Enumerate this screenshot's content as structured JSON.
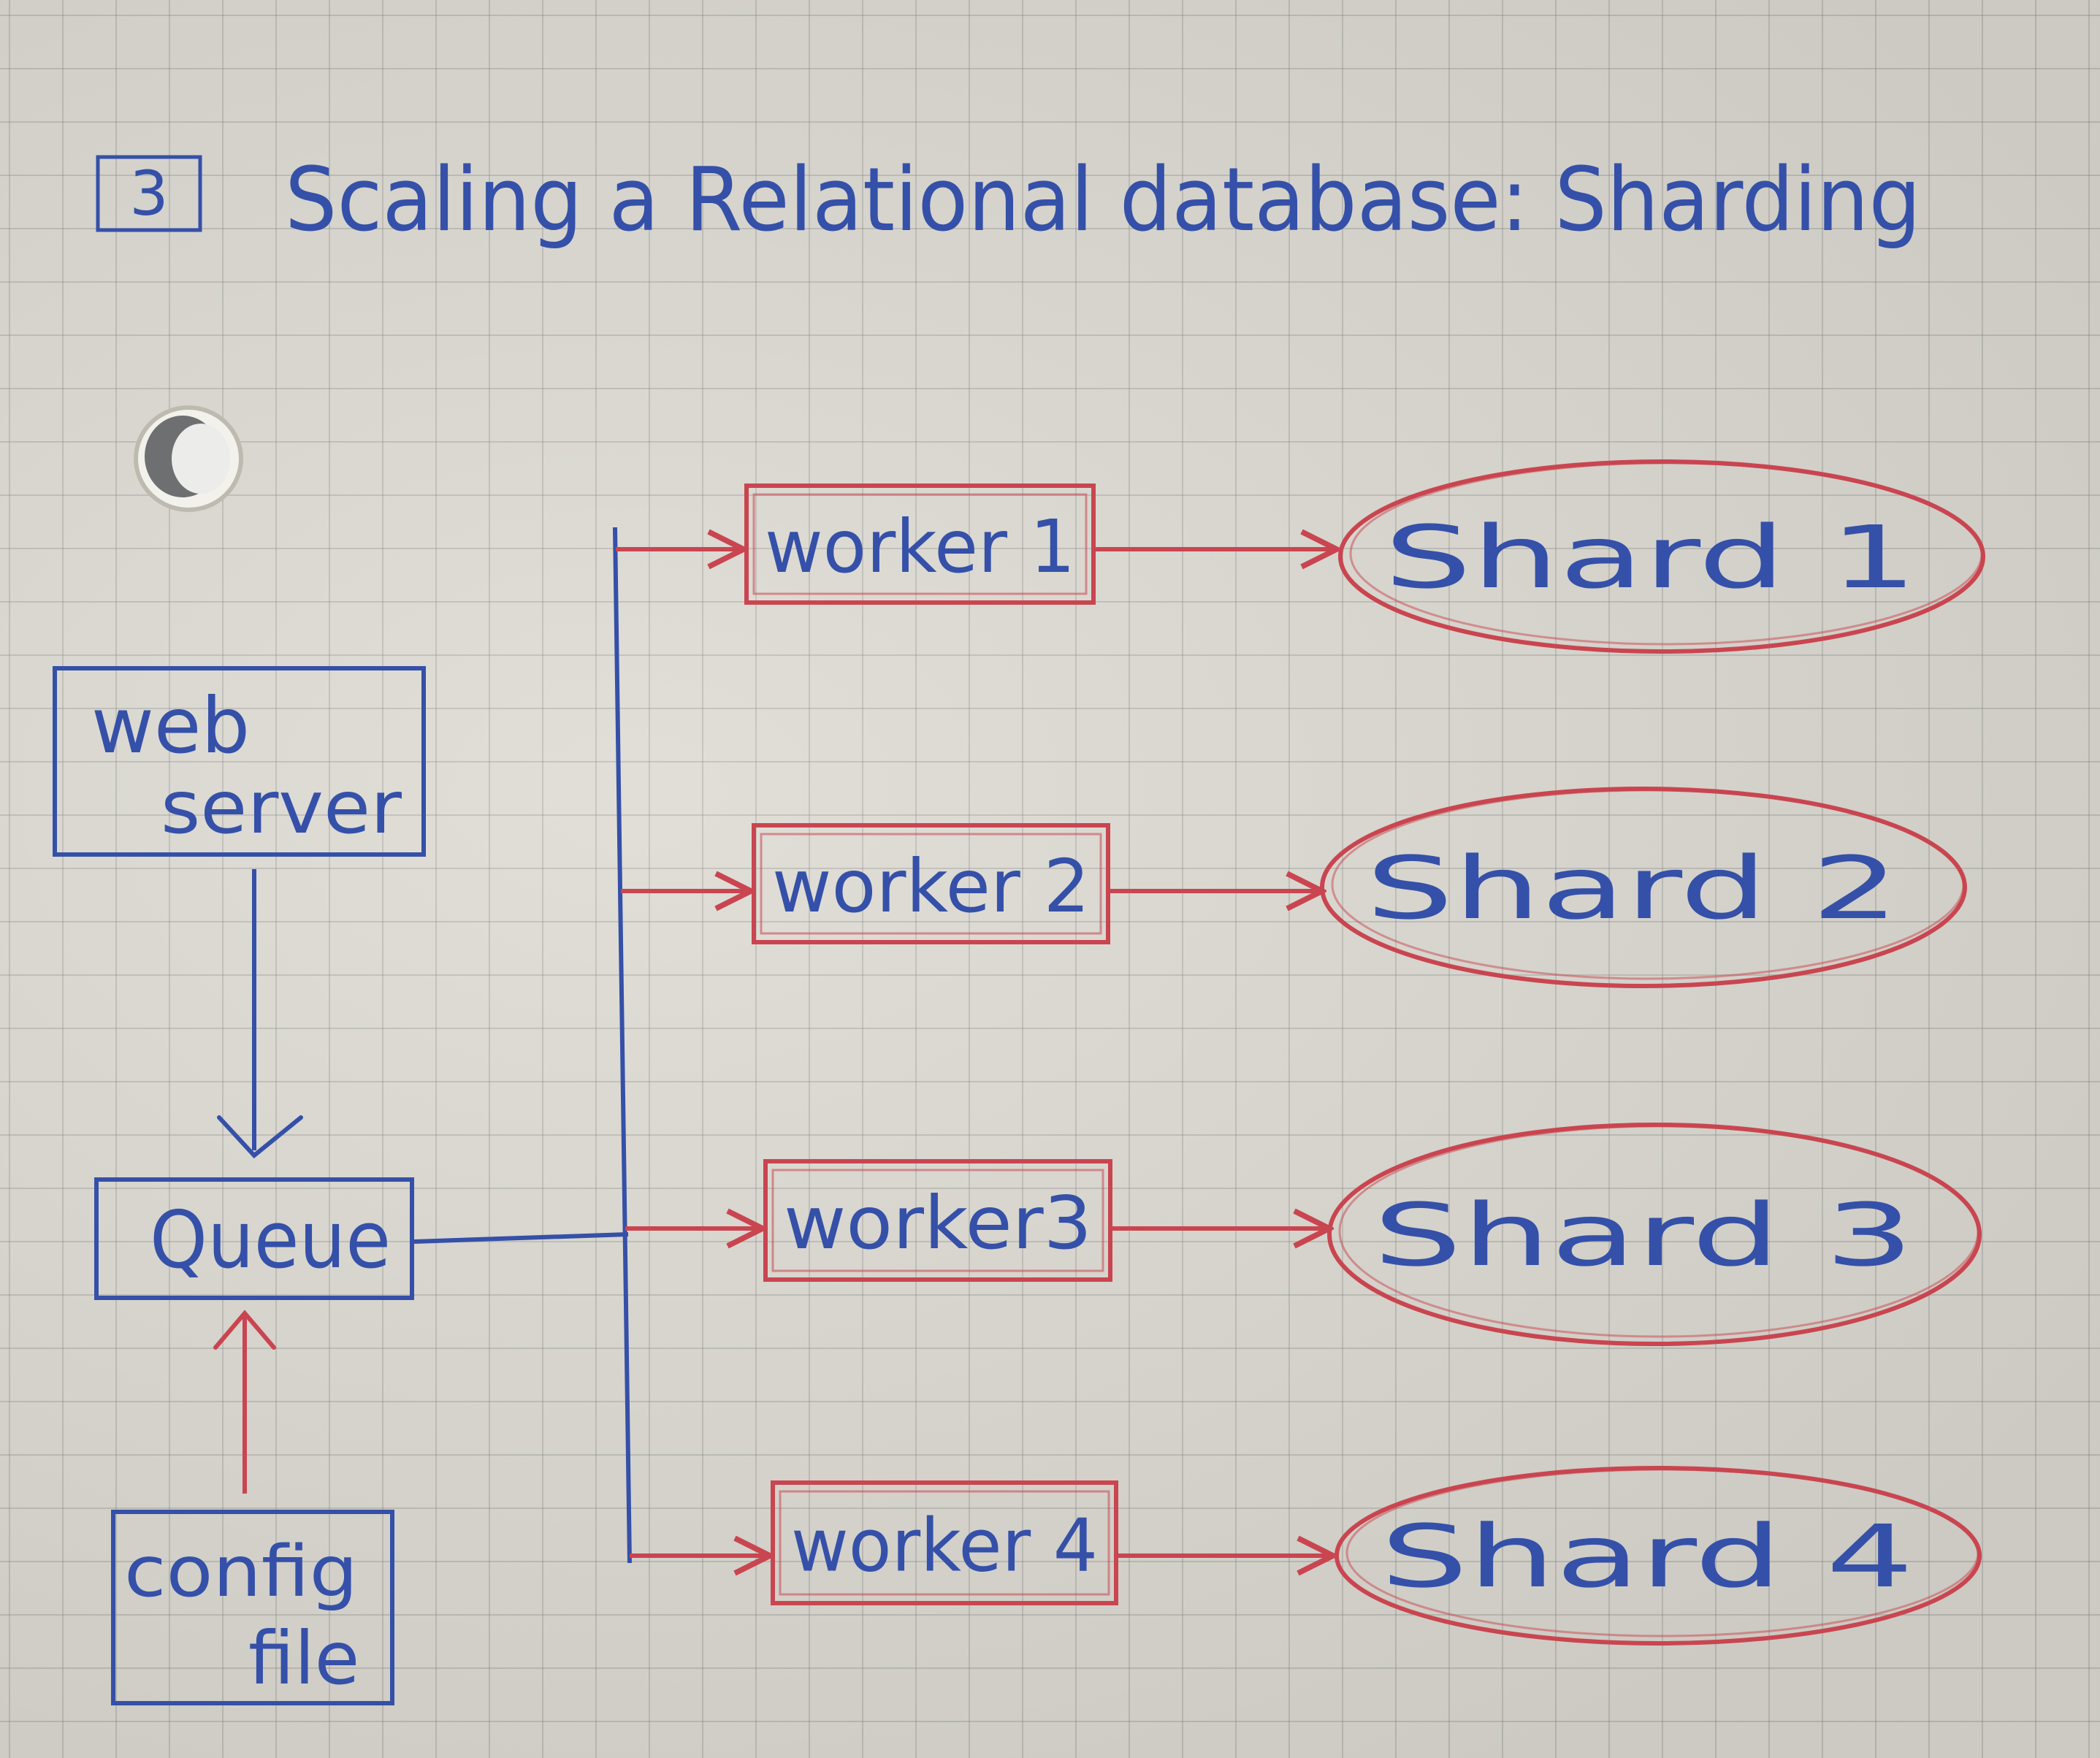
{
  "title": {
    "number": "3",
    "text": "Scaling a Relational database: Sharding"
  },
  "nodes": {
    "web_server": {
      "line1": "web",
      "line2": "server"
    },
    "queue": {
      "label": "Queue"
    },
    "config_file": {
      "line1": "config",
      "line2": "file"
    },
    "workers": [
      {
        "label": "worker 1"
      },
      {
        "label": "worker 2"
      },
      {
        "label": "worker3"
      },
      {
        "label": "worker 4"
      }
    ],
    "shards": [
      {
        "label": "Shard  1"
      },
      {
        "label": "Shard  2"
      },
      {
        "label": "Shard  3"
      },
      {
        "label": "Shard  4"
      }
    ]
  },
  "edges": [
    {
      "from": "web_server",
      "to": "queue"
    },
    {
      "from": "config_file",
      "to": "queue"
    },
    {
      "from": "queue",
      "to": "worker 1"
    },
    {
      "from": "queue",
      "to": "worker 2"
    },
    {
      "from": "queue",
      "to": "worker3"
    },
    {
      "from": "queue",
      "to": "worker 4"
    },
    {
      "from": "worker 1",
      "to": "Shard 1"
    },
    {
      "from": "worker 2",
      "to": "Shard 2"
    },
    {
      "from": "worker3",
      "to": "Shard 3"
    },
    {
      "from": "worker 4",
      "to": "Shard 4"
    }
  ],
  "colors": {
    "blue_ink": "#3550a8",
    "red_ink": "#c94550",
    "paper": "#dddbd3",
    "grid": "#9a9a9a"
  }
}
